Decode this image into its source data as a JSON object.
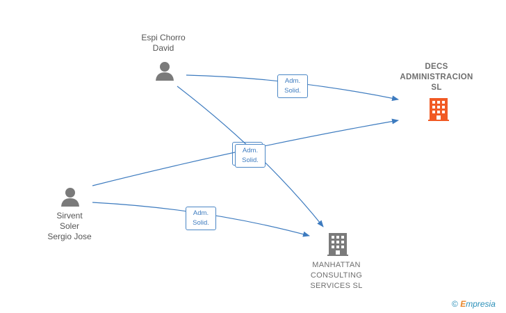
{
  "people": [
    {
      "id": "espi",
      "name_lines": [
        "Espi Chorro",
        "David"
      ]
    },
    {
      "id": "sirvent",
      "name_lines": [
        "Sirvent",
        "Soler",
        "Sergio Jose"
      ]
    }
  ],
  "companies": [
    {
      "id": "decs",
      "name_lines": [
        "DECS",
        "ADMINISTRACION",
        "SL"
      ],
      "color": "#f15a24"
    },
    {
      "id": "manhattan",
      "name_lines": [
        "MANHATTAN",
        "CONSULTING",
        "SERVICES  SL"
      ],
      "color": "#7a7a7a"
    }
  ],
  "relations": [
    {
      "from": "espi",
      "to": "decs",
      "label_lines": [
        "Adm.",
        "Solid."
      ]
    },
    {
      "from": "espi",
      "to": "manhattan",
      "label_lines": [
        "Adm.",
        "Solid."
      ]
    },
    {
      "from": "sirvent",
      "to": "decs",
      "label_lines": [
        "Adm.",
        "Solid."
      ]
    },
    {
      "from": "sirvent",
      "to": "manhattan",
      "label_lines": [
        "Adm.",
        "Solid."
      ]
    }
  ],
  "colors": {
    "edge": "#3d7bbf",
    "person_icon": "#7a7a7a"
  },
  "watermark": {
    "symbol": "©",
    "brand_first": "E",
    "brand_rest": "mpresia"
  }
}
